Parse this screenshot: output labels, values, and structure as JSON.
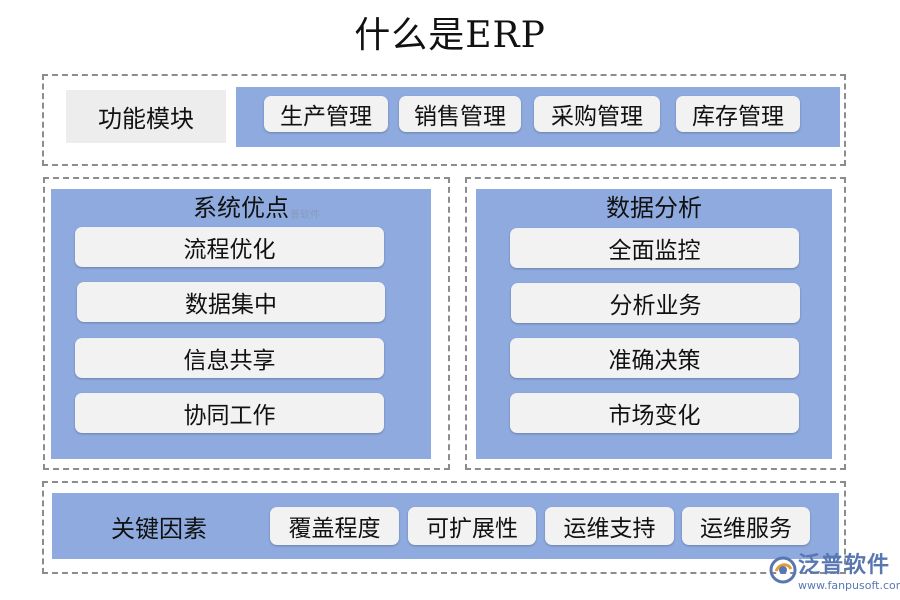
{
  "title": "什么是ERP",
  "modules": {
    "label": "功能模块",
    "items": [
      "生产管理",
      "销售管理",
      "采购管理",
      "库存管理"
    ]
  },
  "advantages": {
    "label": "系统优点",
    "items": [
      "流程优化",
      "数据集中",
      "信息共享",
      "协同工作"
    ]
  },
  "analysis": {
    "label": "数据分析",
    "items": [
      "全面监控",
      "分析业务",
      "准确决策",
      "市场变化"
    ]
  },
  "factors": {
    "label": "关键因素",
    "items": [
      "覆盖程度",
      "可扩展性",
      "运维支持",
      "运维服务"
    ]
  },
  "watermark": {
    "small": "普软件",
    "logo_text": "泛普软件",
    "logo_url": "www.fanpusoft.com"
  },
  "colors": {
    "panel_blue": "#8eaadf",
    "pill_bg": "#f2f2f2",
    "label_gray": "#ededed",
    "dash": "#8c8c8c"
  }
}
